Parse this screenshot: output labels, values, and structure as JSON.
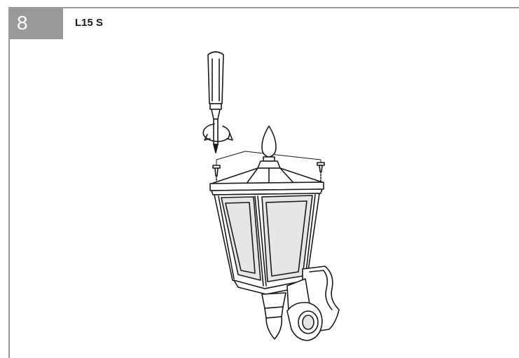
{
  "step": {
    "number": "8"
  },
  "header": {
    "model": "L15 S"
  },
  "illustration": {
    "subject": "wall-lantern-with-screwdriver",
    "colors": {
      "stroke": "#1a1a1a",
      "glass": "#e6e6e6",
      "frame": "#9a9a9a"
    }
  }
}
